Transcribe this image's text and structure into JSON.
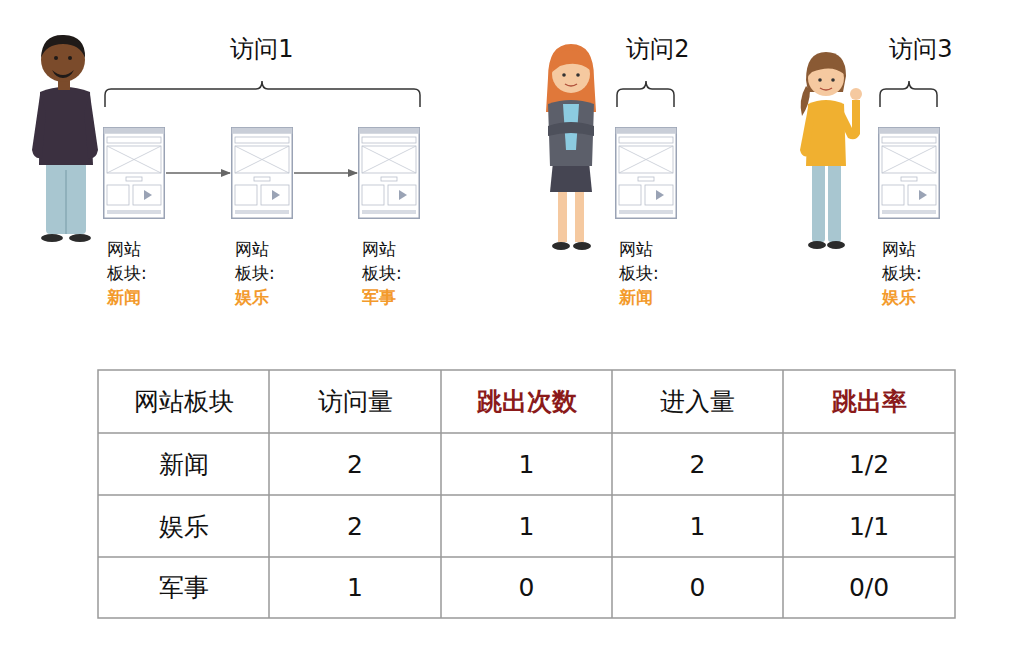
{
  "diagram": {
    "nodes": [
      {
        "text": [
          "网站 板块:",
          "新闻"
        ]
      },
      {
        "text": [
          "网站 板块:",
          "娱乐"
        ]
      },
      {
        "text": [
          "网站 板块:",
          "军事"
        ]
      },
      {
        "text": [
          "网站 板块:",
          "新闻"
        ]
      },
      {
        "text": [
          "网站 板块:",
          "娱乐"
        ]
      }
    ],
    "edges": [
      {
        "from": 0,
        "to": 1,
        "arrow": "to"
      },
      {
        "from": 1,
        "to": 2,
        "arrow": "to"
      }
    ],
    "labels": [
      "访问1",
      "访问2",
      "访问3",
      "网站板块",
      "访问量",
      "跳出次数",
      "进入量",
      "跳出率",
      "新闻",
      "2",
      "1",
      "2",
      "1/2",
      "娱乐",
      "2",
      "1",
      "1",
      "1/1",
      "军事",
      "1",
      "0",
      "0",
      "0/0"
    ]
  }
}
